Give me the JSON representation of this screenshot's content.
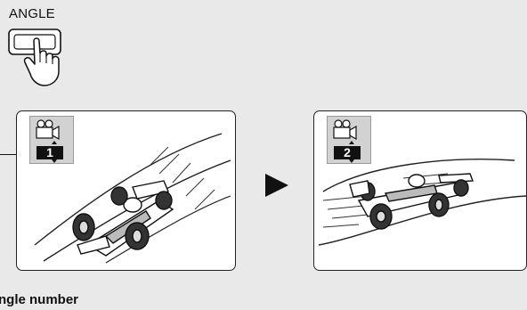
{
  "button": {
    "label": "ANGLE"
  },
  "screens": [
    {
      "angle_number": "1",
      "camera_icon": "camera-icon"
    },
    {
      "angle_number": "2",
      "camera_icon": "camera-icon"
    }
  ],
  "caption": "ngle number",
  "icons": {
    "transition": "right-triangle-arrow",
    "hand": "pointing-hand-icon",
    "car": "race-car-illustration"
  }
}
